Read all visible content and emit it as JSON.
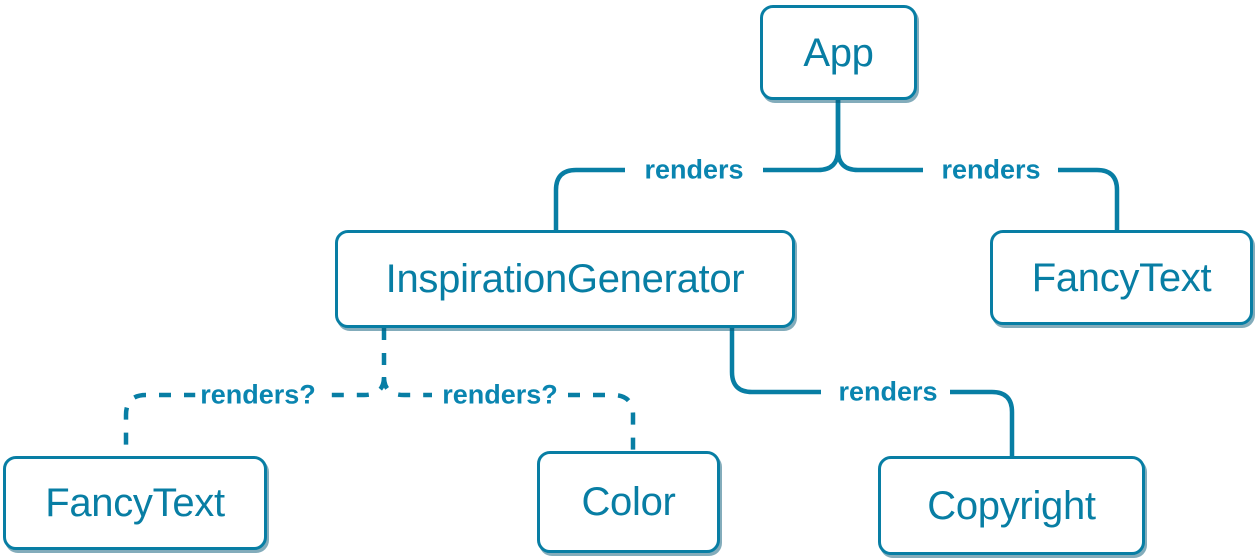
{
  "diagram": {
    "type": "component-render-tree",
    "colors": {
      "accent": "#087ea4",
      "node_background": "#ffffff",
      "page_background": "#ffffff"
    },
    "nodes": [
      {
        "id": "app",
        "label": "App"
      },
      {
        "id": "inspiration-generator",
        "label": "InspirationGenerator"
      },
      {
        "id": "fancy-text-top",
        "label": "FancyText"
      },
      {
        "id": "fancy-text-bottom",
        "label": "FancyText"
      },
      {
        "id": "color",
        "label": "Color"
      },
      {
        "id": "copyright",
        "label": "Copyright"
      }
    ],
    "edges": [
      {
        "from": "App",
        "to": "InspirationGenerator",
        "label": "renders",
        "style": "solid"
      },
      {
        "from": "App",
        "to": "FancyText",
        "label": "renders",
        "style": "solid"
      },
      {
        "from": "InspirationGenerator",
        "to": "Copyright",
        "label": "renders",
        "style": "solid"
      },
      {
        "from": "InspirationGenerator",
        "to": "FancyText",
        "label": "renders?",
        "style": "dashed"
      },
      {
        "from": "InspirationGenerator",
        "to": "Color",
        "label": "renders?",
        "style": "dashed"
      }
    ]
  }
}
